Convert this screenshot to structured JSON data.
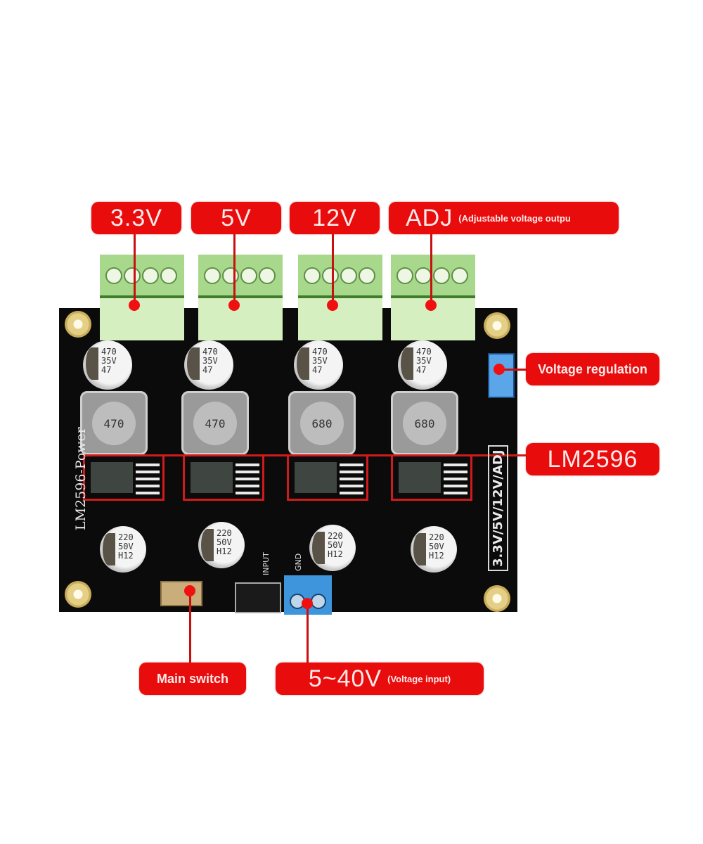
{
  "image": {
    "subject": "LM2596 4-channel DC-DC step-down power module",
    "board_silkscreen": "LM2596-Power",
    "output_silkscreen": "3.3V/5V/12V/ADJ",
    "input_silkscreen": "INPUT",
    "gnd_silkscreen": "GND",
    "accent_color": "#e80c0c"
  },
  "callouts": {
    "out_3v3": {
      "label": "3.3V"
    },
    "out_5v": {
      "label": "5V"
    },
    "out_12v": {
      "label": "12V"
    },
    "out_adj": {
      "label": "ADJ",
      "note": "(Adjustable voltage outpu"
    },
    "voltage_regulation": {
      "label": "Voltage regulation"
    },
    "lm2596": {
      "label": "LM2596"
    },
    "main_switch": {
      "label": "Main switch"
    },
    "voltage_input": {
      "label": "5~40V",
      "note": "(Voltage input)"
    }
  },
  "components": {
    "input_caps": [
      "470\n35V\n47",
      "470\n35V\n47",
      "470\n35V\n47",
      "470\n35V\n47"
    ],
    "inductors": [
      "470",
      "470",
      "680",
      "680"
    ],
    "output_caps": [
      "220\n50V\nH12",
      "220\n50V\nH12",
      "220\n50V\nH12",
      "220\n50V\nH12"
    ]
  }
}
